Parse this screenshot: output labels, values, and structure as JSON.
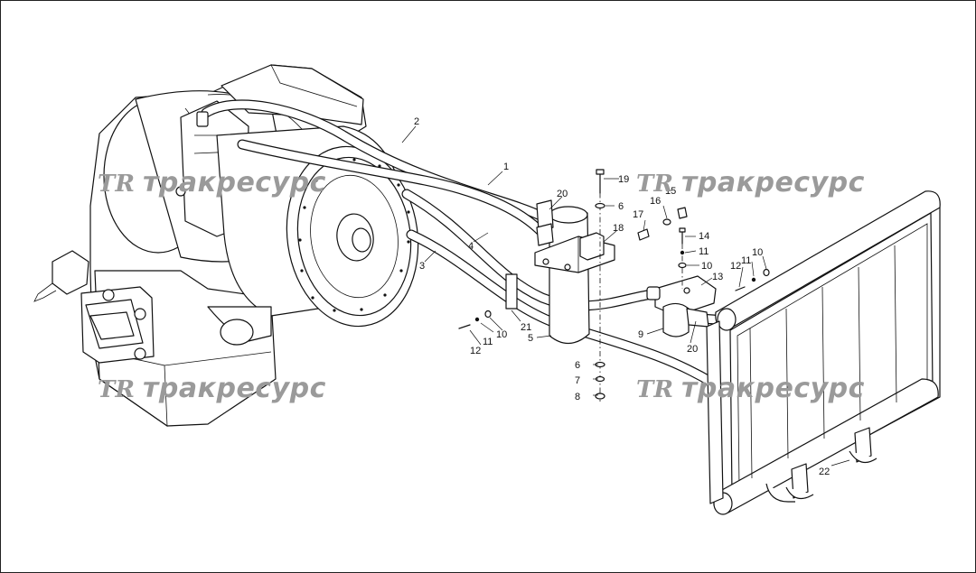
{
  "watermark": {
    "logo": "TR",
    "text": "тракресурс"
  },
  "callouts": {
    "c1": "1",
    "c2": "2",
    "c3": "3",
    "c4": "4",
    "c5": "5",
    "c6a": "6",
    "c6b": "6",
    "c7": "7",
    "c8": "8",
    "c9": "9",
    "c10a": "10",
    "c10b": "10",
    "c10c": "10",
    "c11a": "11",
    "c11b": "11",
    "c11c": "11",
    "c12a": "12",
    "c12b": "12",
    "c13": "13",
    "c14": "14",
    "c15": "15",
    "c16": "16",
    "c17": "17",
    "c18": "18",
    "c19": "19",
    "c20a": "20",
    "c20b": "20",
    "c21": "21",
    "c22": "22"
  }
}
